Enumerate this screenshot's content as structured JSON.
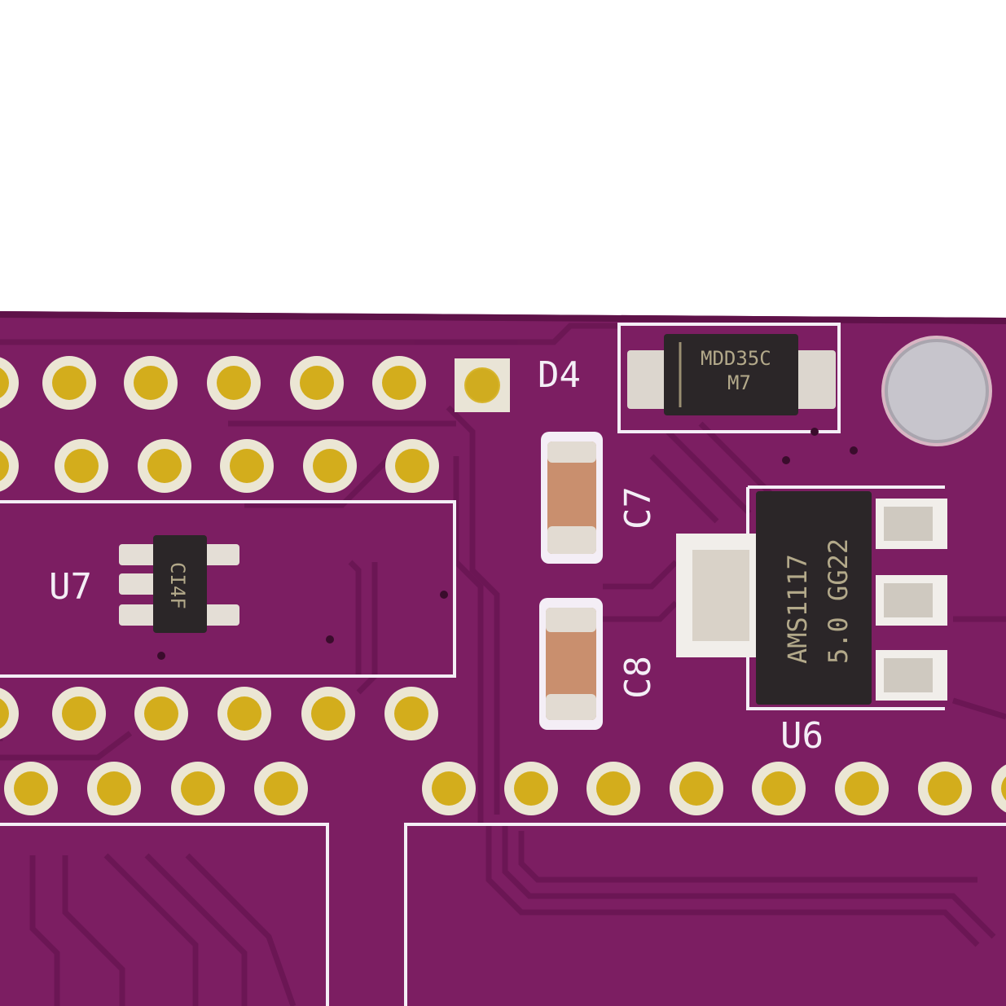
{
  "scene": {
    "colors": {
      "background": "#ffffff",
      "board": "#7c1e62",
      "board_dark": "#5f1249",
      "trace": "#6d1856",
      "silkscreen": "#f4eef6",
      "gold": "#d7b52d",
      "copper_pad": "#d9d2c8",
      "chip_body": "#2b2628",
      "chip_marking": "#b3a98a",
      "capacitor_body": "#c98f6e"
    }
  },
  "labels": {
    "d4": "D4",
    "c7": "C7",
    "c8": "C8",
    "u6": "U6",
    "u7": "U7"
  },
  "markings": {
    "d4_line1": "MDD35C",
    "d4_line2": "M7",
    "u6_line1": "AMS1117",
    "u6_line2": "5.0 GG22",
    "u7": "CI4F"
  }
}
